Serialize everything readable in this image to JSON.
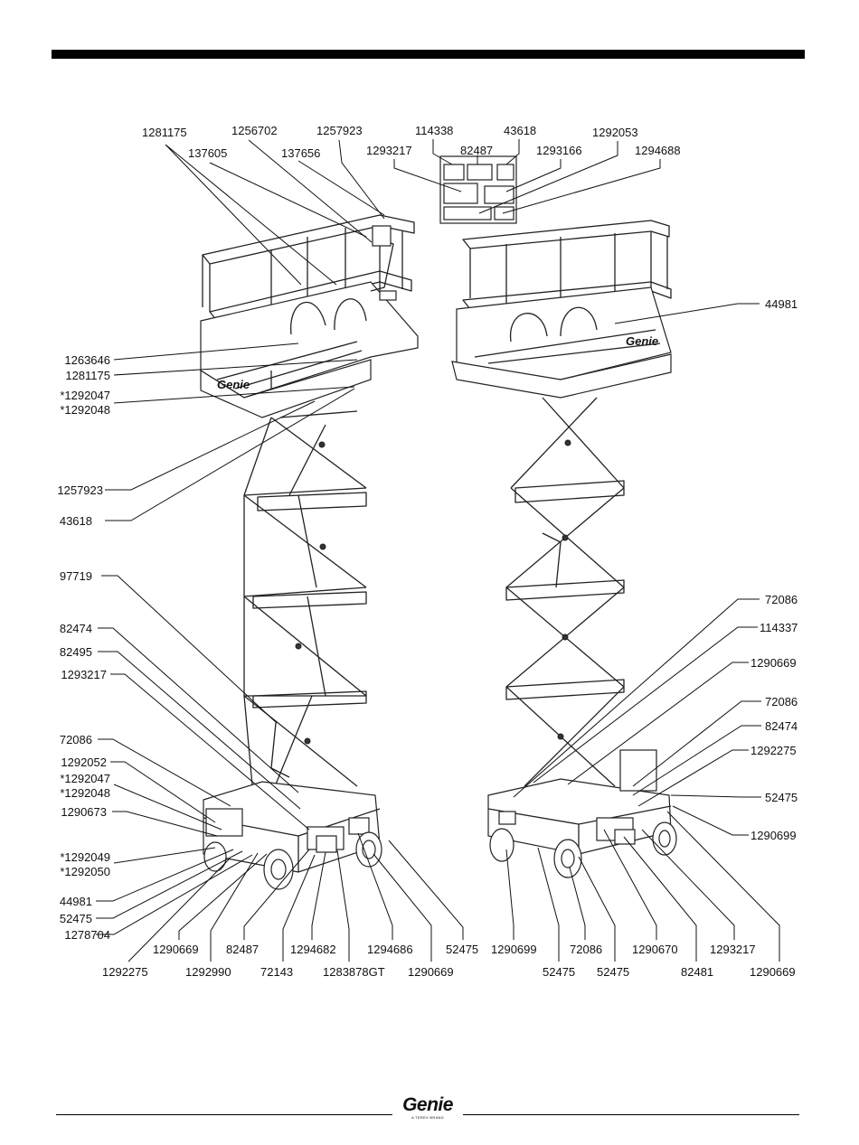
{
  "brand": {
    "logo_text": "Genie",
    "logo_tagline": "A TEREX BRAND"
  },
  "decal_labels": {
    "left_unit": {
      "top": [
        "1281175",
        "137605",
        "1256702",
        "137656",
        "1257923"
      ],
      "left": [
        "1263646",
        "1281175",
        "*1292047",
        "*1292048",
        "1257923",
        "43618",
        "97719",
        "82474",
        "82495",
        "1293217",
        "72086",
        "1292052",
        "*1292047",
        "*1292048",
        "1290673",
        "*1292049",
        "*1292050",
        "44981",
        "52475",
        "1278704"
      ],
      "bottom": [
        "1292275",
        "1290669",
        "1292990",
        "82487",
        "72143",
        "1294682",
        "1283878GT",
        "1294686",
        "1290669",
        "52475"
      ]
    },
    "right_unit": {
      "top": [
        "114338",
        "82487",
        "43618",
        "1293217",
        "1293166",
        "1292053",
        "1294688"
      ],
      "right": [
        "44981",
        "72086",
        "114337",
        "1290669",
        "72086",
        "82474",
        "1292275",
        "52475",
        "1290699"
      ],
      "bottom": [
        "1290699",
        "52475",
        "72086",
        "52475",
        "1290670",
        "82481",
        "1293217",
        "1290669"
      ]
    }
  }
}
